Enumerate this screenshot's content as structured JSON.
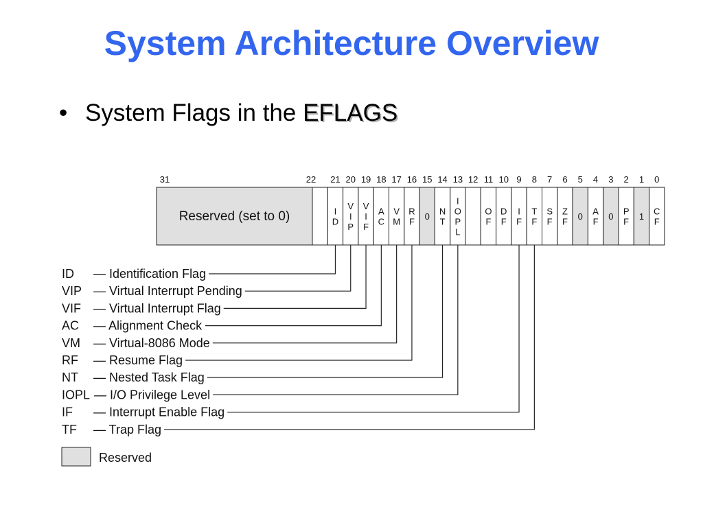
{
  "title": "System Architecture Overview",
  "bullet": {
    "prefix": "System Flags in the ",
    "keyword": "EFLAGS"
  },
  "colors": {
    "title": "#3366ee",
    "reserved": "#e0e0e0"
  },
  "register": {
    "reserved_label": "Reserved (set to 0)",
    "reserved_top_bit": "31",
    "cells": [
      {
        "bit": "22",
        "lines": [],
        "reserved": false
      },
      {
        "bit": "21",
        "lines": [
          "I",
          "D"
        ],
        "reserved": false,
        "name": "id"
      },
      {
        "bit": "20",
        "lines": [
          "V",
          "I",
          "P"
        ],
        "reserved": false,
        "name": "vip"
      },
      {
        "bit": "19",
        "lines": [
          "V",
          "I",
          "F"
        ],
        "reserved": false,
        "name": "vif"
      },
      {
        "bit": "18",
        "lines": [
          "A",
          "C"
        ],
        "reserved": false,
        "name": "ac"
      },
      {
        "bit": "17",
        "lines": [
          "V",
          "M"
        ],
        "reserved": false,
        "name": "vm"
      },
      {
        "bit": "16",
        "lines": [
          "R",
          "F"
        ],
        "reserved": false,
        "name": "rf"
      },
      {
        "bit": "15",
        "lines": [
          "0"
        ],
        "reserved": true
      },
      {
        "bit": "14",
        "lines": [
          "N",
          "T"
        ],
        "reserved": false,
        "name": "nt"
      },
      {
        "bit": "13",
        "lines": [
          "I",
          "O",
          "P",
          "L"
        ],
        "reserved": false,
        "name": "iopl"
      },
      {
        "bit": "12",
        "lines": [],
        "reserved": false
      },
      {
        "bit": "11",
        "lines": [
          "O",
          "F"
        ],
        "reserved": false
      },
      {
        "bit": "10",
        "lines": [
          "D",
          "F"
        ],
        "reserved": false
      },
      {
        "bit": "9",
        "lines": [
          "I",
          "F"
        ],
        "reserved": false,
        "name": "if"
      },
      {
        "bit": "8",
        "lines": [
          "T",
          "F"
        ],
        "reserved": false,
        "name": "tf"
      },
      {
        "bit": "7",
        "lines": [
          "S",
          "F"
        ],
        "reserved": false
      },
      {
        "bit": "6",
        "lines": [
          "Z",
          "F"
        ],
        "reserved": false
      },
      {
        "bit": "5",
        "lines": [
          "0"
        ],
        "reserved": true
      },
      {
        "bit": "4",
        "lines": [
          "A",
          "F"
        ],
        "reserved": false
      },
      {
        "bit": "3",
        "lines": [
          "0"
        ],
        "reserved": true
      },
      {
        "bit": "2",
        "lines": [
          "P",
          "F"
        ],
        "reserved": false
      },
      {
        "bit": "1",
        "lines": [
          "1"
        ],
        "reserved": true
      },
      {
        "bit": "0",
        "lines": [
          "C",
          "F"
        ],
        "reserved": false
      }
    ]
  },
  "legend": [
    {
      "abbr": "ID",
      "desc": "— Identification Flag",
      "target": "id"
    },
    {
      "abbr": "VIP",
      "desc": "— Virtual Interrupt Pending",
      "target": "vip"
    },
    {
      "abbr": "VIF",
      "desc": "— Virtual Interrupt Flag",
      "target": "vif"
    },
    {
      "abbr": "AC",
      "desc": "— Alignment Check",
      "target": "ac"
    },
    {
      "abbr": "VM",
      "desc": "— Virtual-8086 Mode",
      "target": "vm"
    },
    {
      "abbr": "RF",
      "desc": "— Resume Flag",
      "target": "rf"
    },
    {
      "abbr": "NT",
      "desc": "— Nested Task Flag",
      "target": "nt"
    },
    {
      "abbr": "IOPL",
      "desc": "— I/O Privilege Level",
      "target": "iopl"
    },
    {
      "abbr": "IF",
      "desc": "— Interrupt Enable Flag",
      "target": "if"
    },
    {
      "abbr": "TF",
      "desc": "— Trap Flag",
      "target": "tf"
    }
  ],
  "key": {
    "label": "Reserved"
  }
}
